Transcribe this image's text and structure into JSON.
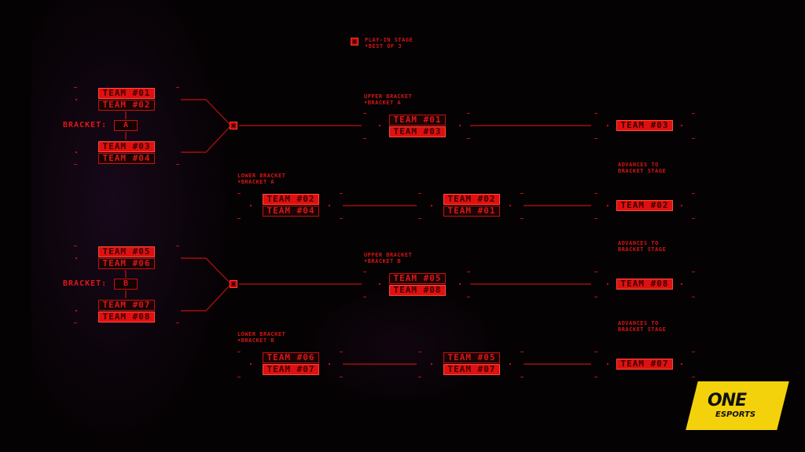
{
  "header": {
    "line1": "PLAY-IN STAGE",
    "line2": "•BEST OF 3"
  },
  "bracket_a": {
    "label": "BRACKET:",
    "letter": "A",
    "teams": [
      "TEAM #01",
      "TEAM #02",
      "TEAM #03",
      "TEAM #04"
    ],
    "upper_label": [
      "UPPER BRACKET",
      "•BRACKET A"
    ],
    "upper_match": [
      "TEAM #01",
      "TEAM #03"
    ],
    "upper_winner": "TEAM #03",
    "advances": [
      "ADVANCES TO",
      "BRACKET STAGE"
    ],
    "lower_label": [
      "LOWER BRACKET",
      "•BRACKET A"
    ],
    "lower_match1": [
      "TEAM #02",
      "TEAM #04"
    ],
    "lower_match2": [
      "TEAM #02",
      "TEAM #01"
    ],
    "lower_winner": "TEAM #02"
  },
  "bracket_b": {
    "label": "BRACKET:",
    "letter": "B",
    "teams": [
      "TEAM #05",
      "TEAM #06",
      "TEAM #07",
      "TEAM #08"
    ],
    "upper_label": [
      "UPPER BRACKET",
      "•BRACKET B"
    ],
    "upper_match": [
      "TEAM #05",
      "TEAM #08"
    ],
    "upper_winner": "TEAM #08",
    "advances_upper": [
      "ADVANCES TO",
      "BRACKET STAGE"
    ],
    "advances_lower": [
      "ADVANCES TO",
      "BRACKET STAGE"
    ],
    "lower_label": [
      "LOWER BRACKET",
      "•BRACKET B"
    ],
    "lower_match1": [
      "TEAM #06",
      "TEAM #07"
    ],
    "lower_match2": [
      "TEAM #05",
      "TEAM #07"
    ],
    "lower_winner": "TEAM #07"
  },
  "logo": {
    "brand": "ONE",
    "sub": "ESPORTS"
  },
  "colors": {
    "accent": "#e01010",
    "background": "#050203",
    "logo_yellow": "#f3d20c"
  }
}
